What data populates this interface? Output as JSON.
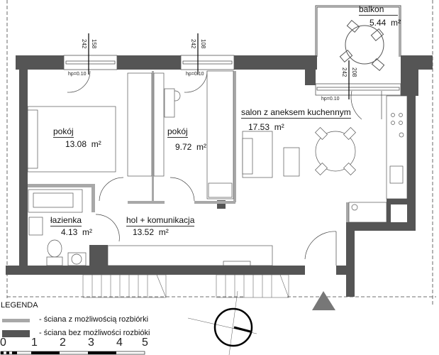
{
  "rooms": [
    {
      "name": "pokój",
      "area": "13.08",
      "unit": "m²"
    },
    {
      "name": "pokój",
      "area": "9.72",
      "unit": "m²"
    },
    {
      "name": "salon z aneksem kuchennym",
      "area": "17.53",
      "unit": "m²"
    },
    {
      "name": "łazienka",
      "area": "4.13",
      "unit": "m²"
    },
    {
      "name": "hol + komunikacja",
      "area": "13.52",
      "unit": "m²"
    },
    {
      "name": "balkon",
      "area": "5.44",
      "unit": "m²"
    }
  ],
  "windows": [
    {
      "height_total": "242",
      "height_window": "158",
      "sill": "hp=0.10"
    },
    {
      "height_total": "242",
      "height_window": "108",
      "sill": "hp=0.10"
    },
    {
      "height_total": "242",
      "height_window": "208",
      "sill": "hp=0.10"
    }
  ],
  "legend": {
    "title": "LEGENDA",
    "items": [
      {
        "label": "- ściana z możliwością rozbiórki",
        "color": "#a8a8a8"
      },
      {
        "label": "- ściana bez możliwości rozbióki",
        "color": "#555555"
      }
    ]
  },
  "scale": [
    "0",
    "1",
    "2",
    "3",
    "4",
    "5"
  ],
  "colors": {
    "wall": "#555555",
    "partition": "#a8a8a8",
    "line": "#444444"
  }
}
